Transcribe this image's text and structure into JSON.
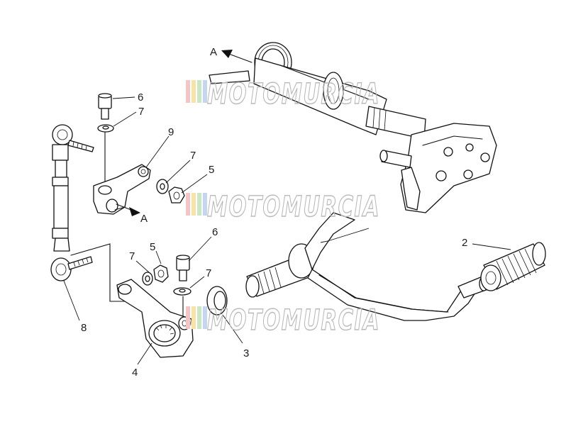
{
  "watermark": {
    "text": "MOTOMURCIA",
    "stripe_colors": [
      "#f3c6c6",
      "#f7e3a6",
      "#c9e7c2",
      "#c5d7ef"
    ]
  },
  "callouts": [
    {
      "id": "c6a",
      "label": "6"
    },
    {
      "id": "c7a",
      "label": "7"
    },
    {
      "id": "c9",
      "label": "9"
    },
    {
      "id": "c7b",
      "label": "7"
    },
    {
      "id": "c5a",
      "label": "5"
    },
    {
      "id": "c6b",
      "label": "6"
    },
    {
      "id": "c7c",
      "label": "7"
    },
    {
      "id": "c5b",
      "label": "5"
    },
    {
      "id": "c7d",
      "label": "7"
    },
    {
      "id": "c2",
      "label": "2"
    },
    {
      "id": "c8",
      "label": "8"
    },
    {
      "id": "c4",
      "label": "4"
    },
    {
      "id": "c3",
      "label": "3"
    }
  ],
  "view_markers": [
    {
      "id": "arrow-a-top",
      "label": "A"
    },
    {
      "id": "arrow-a-lower",
      "label": "A"
    }
  ]
}
